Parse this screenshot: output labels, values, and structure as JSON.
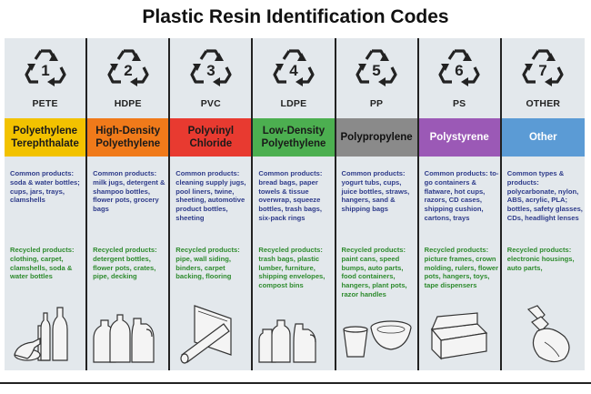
{
  "title": "Plastic Resin Identification Codes",
  "columns": [
    {
      "number": "1",
      "abbr": "PETE",
      "name": "Polyethylene Terephthalate",
      "color": "#f2c200",
      "text_color": "#1a1a1a",
      "icon": "bottles-icon",
      "common": "Common products: soda & water bottles; cups, jars, trays, clamshells",
      "recycled": "Recycled products: clothing, carpet, clamshells, soda & water bottles"
    },
    {
      "number": "2",
      "abbr": "HDPE",
      "name": "High-Density Polyethylene",
      "color": "#f07a1a",
      "text_color": "#1a1a1a",
      "icon": "jugs-icon",
      "common": "Common products: milk jugs, detergent & shampoo bottles, flower pots, grocery bags",
      "recycled": "Recycled products: detergent bottles, flower pots, crates, pipe, decking"
    },
    {
      "number": "3",
      "abbr": "PVC",
      "name": "Polyvinyl Chloride",
      "color": "#e83a30",
      "text_color": "#1a1a1a",
      "icon": "pipe-sheet-icon",
      "common": "Common products: cleaning supply jugs, pool liners, twine, sheeting, automotive product bottles, sheeting",
      "recycled": "Recycled products: pipe, wall siding, binders, carpet backing, flooring"
    },
    {
      "number": "4",
      "abbr": "LDPE",
      "name": "Low-Density Polyethylene",
      "color": "#4caf50",
      "text_color": "#1a1a1a",
      "icon": "squeeze-bottles-icon",
      "common": "Common products: bread bags, paper towels & tissue overwrap, squeeze bottles, trash bags, six-pack rings",
      "recycled": "Recycled products: trash bags, plastic lumber, furniture, shipping envelopes, compost bins"
    },
    {
      "number": "5",
      "abbr": "PP",
      "name": "Polypropylene",
      "color": "#8a8a8a",
      "text_color": "#111111",
      "icon": "cup-bowl-icon",
      "common": "Common products: yogurt tubs, cups, juice bottles, straws, hangers, sand & shipping bags",
      "recycled": "Recycled products: paint cans, speed bumps, auto parts, food containers, hangers, plant pots, razor handles"
    },
    {
      "number": "6",
      "abbr": "PS",
      "name": "Polystyrene",
      "color": "#9b59b6",
      "text_color": "#ffffff",
      "icon": "clamshell-icon",
      "common": "Common products: to-go containers & flatware, hot cups, razors, CD cases, shipping cushion, cartons, trays",
      "recycled": "Recycled products: picture frames, crown molding, rulers, flower pots, hangers, toys, tape dispensers"
    },
    {
      "number": "7",
      "abbr": "OTHER",
      "name": "Other",
      "color": "#5b9bd5",
      "text_color": "#ffffff",
      "icon": "spray-bottle-icon",
      "common": "Common types & products: polycarbonate, nylon, ABS, acrylic, PLA; bottles, safety glasses, CDs, headlight lenses",
      "recycled": "Recycled products: electronic housings, auto parts,"
    }
  ]
}
